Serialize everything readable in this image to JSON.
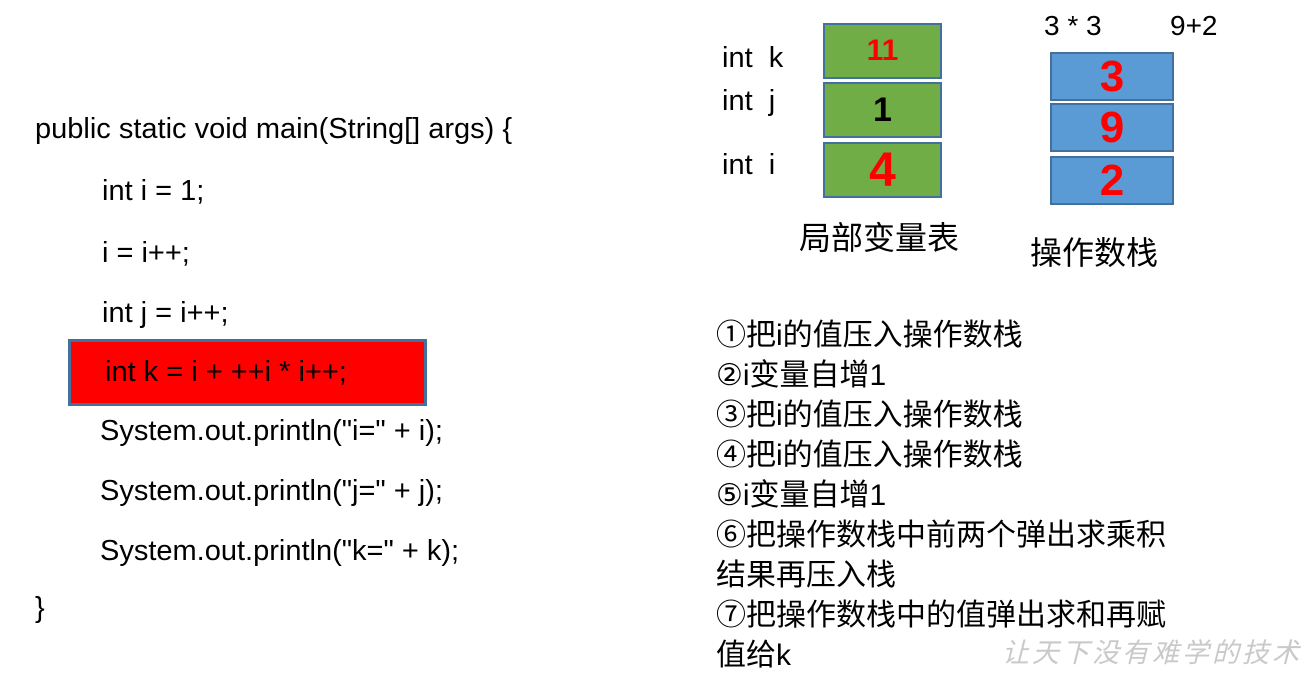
{
  "code": {
    "header": "public static void main(String[] args) {",
    "lines": [
      {
        "text": "int i = 1;",
        "highlight": false
      },
      {
        "text": "i = i++;",
        "highlight": false
      },
      {
        "text": "int j = i++;",
        "highlight": false
      },
      {
        "text": "int k = i + ++i * i++;",
        "highlight": true
      },
      {
        "text": "System.out.println(\"i=\" + i);",
        "highlight": false
      },
      {
        "text": "System.out.println(\"j=\" + j);",
        "highlight": false
      },
      {
        "text": "System.out.println(\"k=\" + k);",
        "highlight": false
      }
    ],
    "footer": "}"
  },
  "local_variable_table": {
    "title": "局部变量表",
    "rows": [
      {
        "label": "int  k",
        "value": "11",
        "value_color": "#ff0000"
      },
      {
        "label": "int  j",
        "value": "1",
        "value_color": "#000000"
      },
      {
        "label": "int  i",
        "value": "4",
        "value_color": "#ff0000"
      }
    ]
  },
  "operand_stack": {
    "title": "操作数栈",
    "annotations": [
      "3 * 3",
      "9+2"
    ],
    "cells": [
      "3",
      "9",
      "2"
    ]
  },
  "steps": {
    "items": [
      "①把i的值压入操作数栈",
      "②i变量自增1",
      "③把i的值压入操作数栈",
      "④把i的值压入操作数栈",
      "⑤i变量自增1",
      "⑥把操作数栈中前两个弹出求乘积结果再压入栈",
      "⑦把操作数栈中的值弹出求和再赋值给k"
    ]
  },
  "watermark": "让天下没有难学的技术",
  "colors": {
    "highlight_fill": "#ff0000",
    "box_border": "#41719C",
    "variable_cell_fill": "#70AD47",
    "stack_cell_fill": "#5B9BD5",
    "value_red": "#ff0000",
    "text_black": "#000000",
    "watermark_gray": "#c9c9c9"
  }
}
